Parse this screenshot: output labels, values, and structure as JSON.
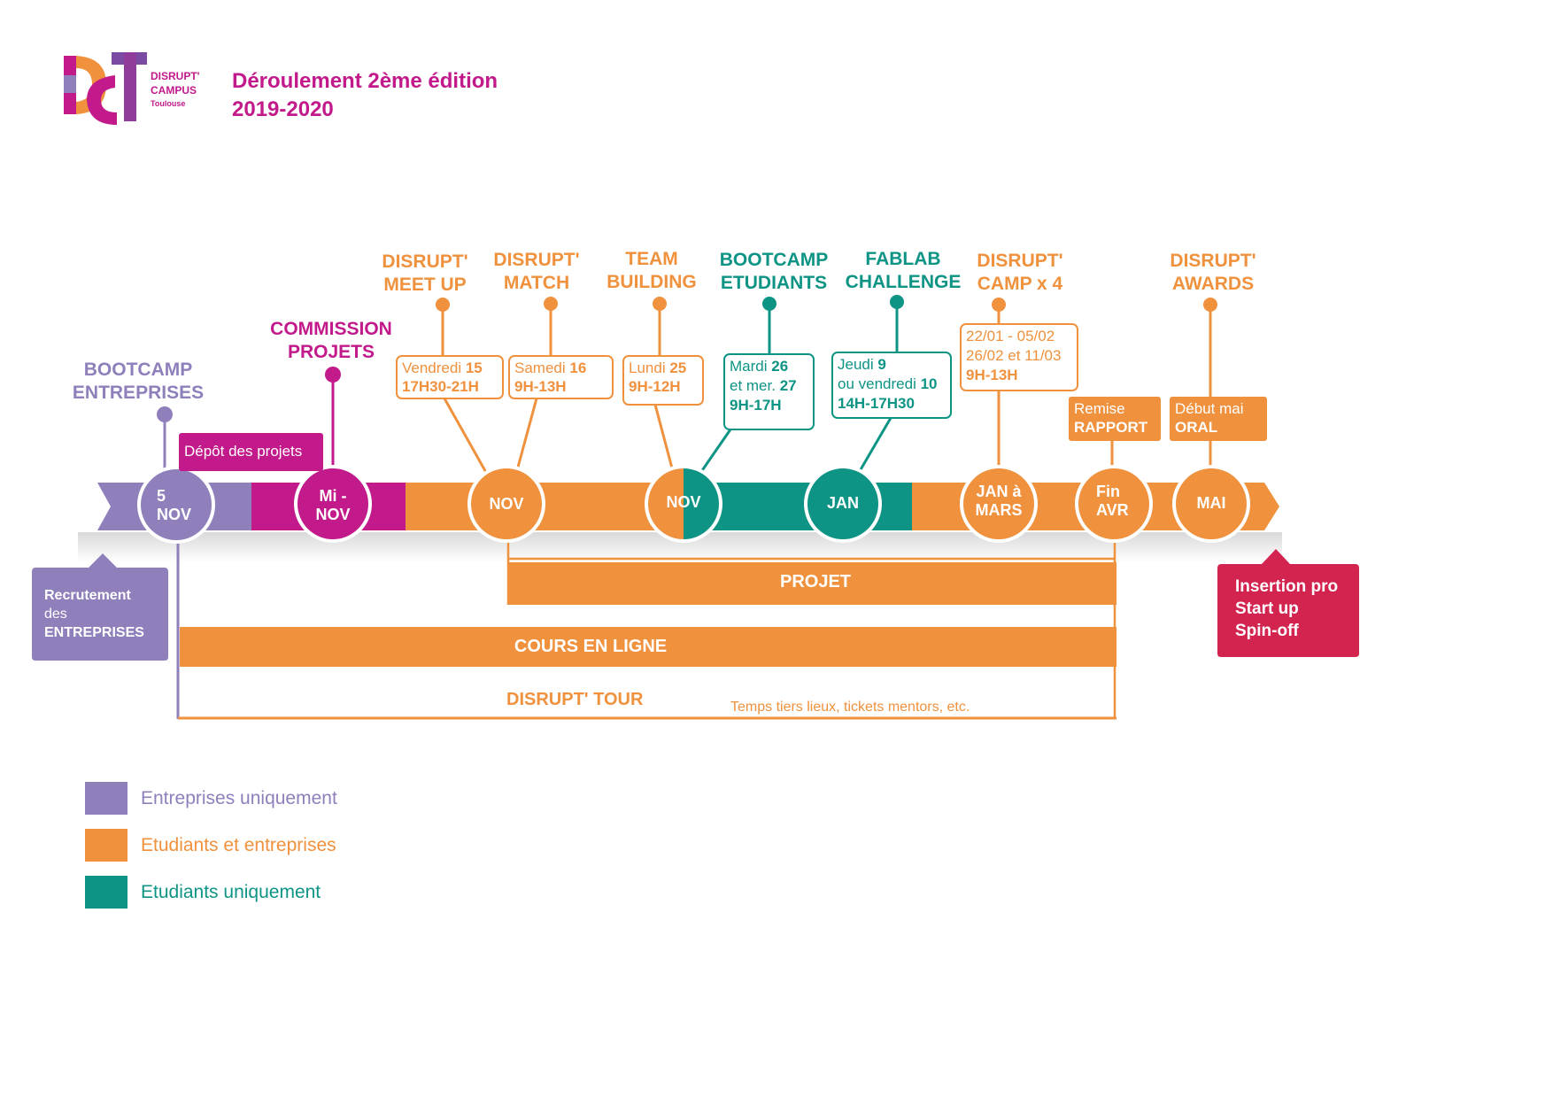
{
  "colors": {
    "purple": "#8f7fbb",
    "magenta": "#c2198b",
    "orange": "#ef913d",
    "teal": "#0e9485",
    "red": "#d3234f"
  },
  "header": {
    "logo": {
      "line1": "DISRUPT'",
      "line2": "CAMPUS",
      "line3": "Toulouse"
    },
    "title_line1": "Déroulement 2ème édition",
    "title_line2": "2019-2020"
  },
  "events": {
    "bootcamp_entreprises": "BOOTCAMP\nENTREPRISES",
    "commission_projets": "COMMISSION\nPROJETS",
    "meet_up": "DISRUPT'\nMEET UP",
    "match": "DISRUPT'\nMATCH",
    "team_building": "TEAM\nBUILDING",
    "bootcamp_etudiants": "BOOTCAMP\nETUDIANTS",
    "fablab": "FABLAB\nCHALLENGE",
    "camp": "DISRUPT'\nCAMP x 4",
    "awards": "DISRUPT'\nAWARDS"
  },
  "boxes": {
    "depot": "Dépôt des projets",
    "meet_up": {
      "l1": "Vendredi ",
      "l1b": "15",
      "l2": "17H30-21H"
    },
    "match": {
      "l1": "Samedi ",
      "l1b": "16",
      "l2": "9H-13H"
    },
    "team": {
      "l1": "Lundi ",
      "l1b": "25",
      "l2": "9H-12H"
    },
    "bootcamp_etud": {
      "l1": "Mardi ",
      "l1b": "26",
      "l2": "et mer. ",
      "l2b": "27",
      "l3": "9H-17H"
    },
    "fablab": {
      "l1": "Jeudi ",
      "l1b": "9",
      "l2": "ou vendredi ",
      "l2b": "10",
      "l3": "14H-17H30"
    },
    "camp": {
      "l1": "22/01 - 05/02",
      "l2": "26/02 et 11/03",
      "l3": "9H-13H"
    },
    "rapport": {
      "l1": "Remise",
      "l2": "RAPPORT"
    },
    "oral": {
      "l1": "Début mai",
      "l2": "ORAL"
    }
  },
  "milestones": {
    "m1": "5\nNOV",
    "m2": "Mi -\nNOV",
    "m3": "NOV",
    "m4": "NOV",
    "m5": "JAN",
    "m6": "JAN à\nMARS",
    "m7": "Fin\nAVR",
    "m8": "MAI"
  },
  "tracks": {
    "projet": "PROJET",
    "cours": "COURS EN LIGNE",
    "tour": "DISRUPT' TOUR",
    "tour_note": "Temps tiers lieux, tickets mentors, etc."
  },
  "side": {
    "recrutement": {
      "l1": "Recrutement",
      "l2": "des",
      "l3": "ENTREPRISES"
    },
    "insertion": {
      "l1": "Insertion pro",
      "l2": "Start up",
      "l3": "Spin-off"
    }
  },
  "legend": [
    {
      "label": "Entreprises uniquement",
      "color": "#8f7fbb"
    },
    {
      "label": "Etudiants et entreprises",
      "color": "#ef913d"
    },
    {
      "label": "Etudiants uniquement",
      "color": "#0e9485"
    }
  ]
}
